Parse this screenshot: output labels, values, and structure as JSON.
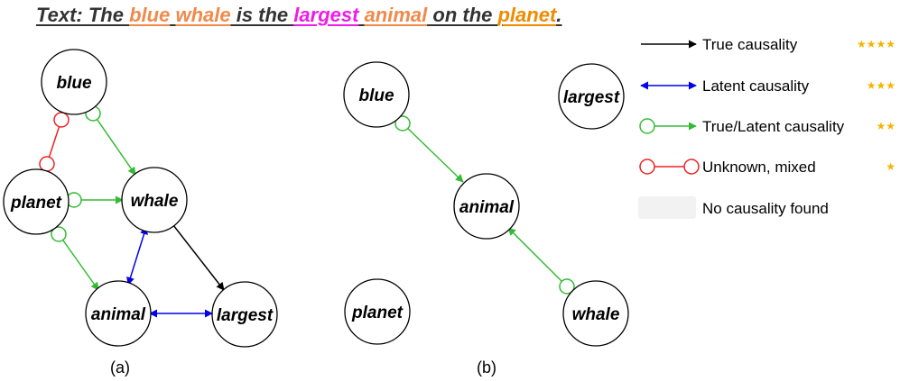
{
  "title": {
    "segments": [
      {
        "text": "Text: The ",
        "color": "#333333"
      },
      {
        "text": "blue",
        "color": "#f08a4b"
      },
      {
        "text": " ",
        "color": "#333333"
      },
      {
        "text": "whale",
        "color": "#f08a4b"
      },
      {
        "text": " is the ",
        "color": "#333333"
      },
      {
        "text": "largest",
        "color": "#ee1be6"
      },
      {
        "text": " ",
        "color": "#333333"
      },
      {
        "text": "animal",
        "color": "#f08a4b"
      },
      {
        "text": " on the ",
        "color": "#333333"
      },
      {
        "text": "planet",
        "color": "#f08a00"
      },
      {
        "text": ".",
        "color": "#333333"
      }
    ]
  },
  "colors": {
    "true": "#000000",
    "latent": "#0000ee",
    "true_latent": "#33bb33",
    "unknown": "#ee2222",
    "none_box": "#f2f2f2",
    "star": "#f5b400"
  },
  "graph_a": {
    "caption": "(a)",
    "nodes": {
      "blue": "blue",
      "planet": "planet",
      "whale": "whale",
      "animal": "animal",
      "largest": "largest"
    }
  },
  "graph_b": {
    "caption": "(b)",
    "nodes": {
      "blue": "blue",
      "largest": "largest",
      "animal": "animal",
      "planet": "planet",
      "whale": "whale"
    }
  },
  "legend": [
    {
      "type": "true",
      "label": "True causality",
      "stars": "★★★★"
    },
    {
      "type": "latent",
      "label": "Latent causality",
      "stars": "★★★"
    },
    {
      "type": "true_latent",
      "label": "True/Latent causality",
      "stars": "★★"
    },
    {
      "type": "unknown",
      "label": "Unknown, mixed",
      "stars": "★"
    },
    {
      "type": "none",
      "label": "No causality found",
      "stars": ""
    }
  ]
}
